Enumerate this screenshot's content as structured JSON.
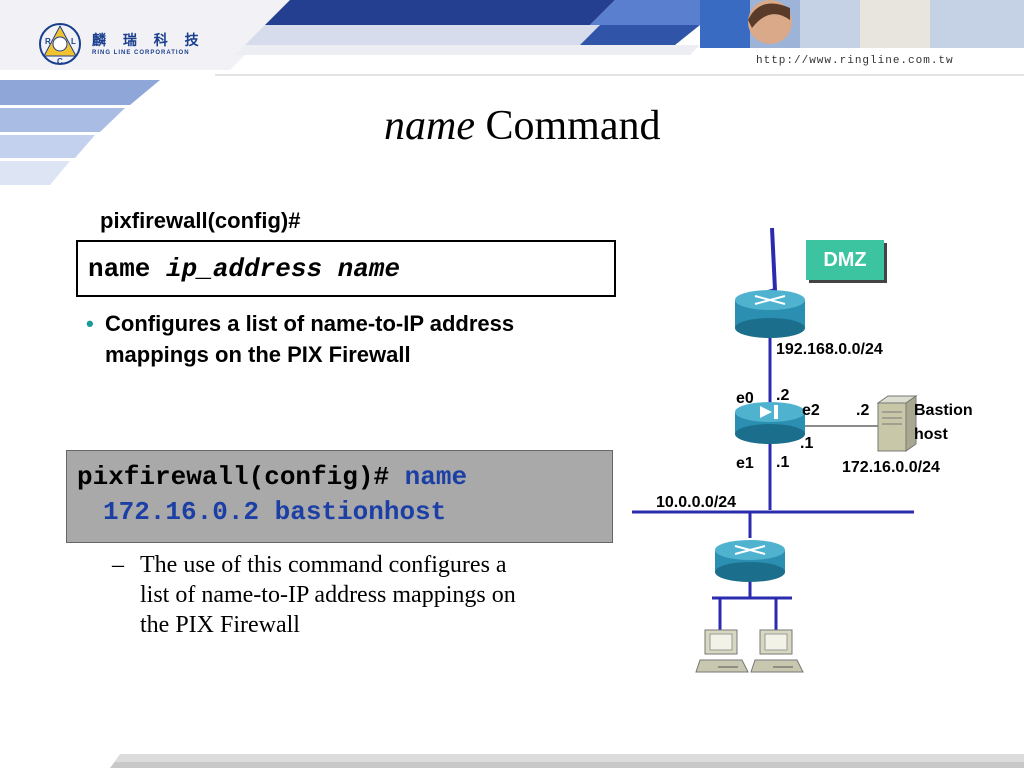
{
  "header": {
    "company_name": "麟 瑞 科 技",
    "company_sub": "RING LINE CORPORATION",
    "logo_letters": [
      "R",
      "L",
      "C"
    ],
    "url": "http://www.ringline.com.tw"
  },
  "title": {
    "italic": "name",
    "rest": " Command"
  },
  "prompt_label": "pixfirewall(config)#",
  "syntax": {
    "keyword": "name ",
    "args": "ip_address name"
  },
  "bullet": {
    "text": "Configures a list of name-to-IP address mappings on the PIX Firewall"
  },
  "example": {
    "prompt": "pixfirewall(config)# ",
    "cmd_line1": "name",
    "cmd_line2": "172.16.0.2 bastionhost"
  },
  "sub_bullet": {
    "dash": "–",
    "text": "The use of this command configures a list of name-to-IP address mappings on the PIX Firewall"
  },
  "diagram": {
    "dmz": "DMZ",
    "net_top": "192.168.0.0/24",
    "e0": "e0",
    "e0_addr": ".2",
    "e2": "e2",
    "bastion_addr": ".2",
    "bastion_label_1": "Bastion",
    "bastion_label_2": "host",
    "e2_addr": ".1",
    "e1": "e1",
    "e1_addr": ".1",
    "net_dmz": "172.16.0.0/24",
    "net_inside": "10.0.0.0/24"
  },
  "colors": {
    "accent_blue": "#1c3fa6",
    "teal": "#3cc3a0",
    "line_blue": "#2b2bb0",
    "router": "#2a8fb0"
  }
}
